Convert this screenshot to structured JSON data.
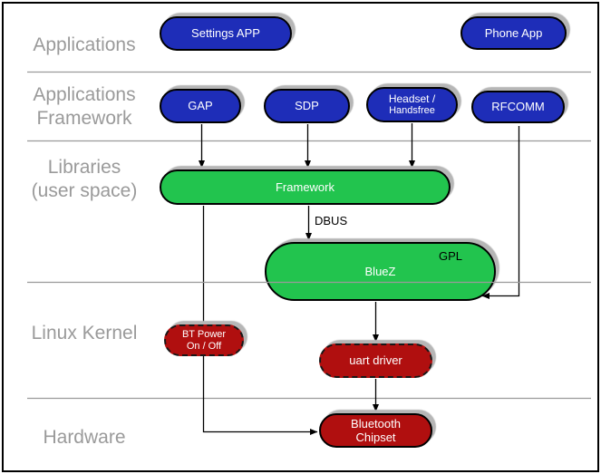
{
  "diagram": {
    "title_hint": "Bluetooth software stack architecture",
    "layer_labels": [
      {
        "lines": [
          "Applications"
        ]
      },
      {
        "lines": [
          "Applications",
          "Framework"
        ]
      },
      {
        "lines": [
          "Libraries",
          "(user space)"
        ]
      },
      {
        "lines": [
          "Linux Kernel"
        ]
      },
      {
        "lines": [
          "Hardware"
        ]
      }
    ],
    "nodes": {
      "settings_app": {
        "lines": [
          "Settings APP"
        ]
      },
      "phone_app": {
        "lines": [
          "Phone App"
        ]
      },
      "gap": {
        "lines": [
          "GAP"
        ]
      },
      "sdp": {
        "lines": [
          "SDP"
        ]
      },
      "headset": {
        "lines": [
          "Headset /",
          "Handsfree"
        ]
      },
      "rfcomm": {
        "lines": [
          "RFCOMM"
        ]
      },
      "framework": {
        "lines": [
          "Framework"
        ]
      },
      "bluez": {
        "lines": [
          "BlueZ"
        ],
        "tag": "GPL"
      },
      "bt_power": {
        "lines": [
          "BT Power",
          "On / Off"
        ]
      },
      "uart_driver": {
        "lines": [
          "uart driver"
        ]
      },
      "bluetooth_chipset": {
        "lines": [
          "Bluetooth",
          "Chipset"
        ]
      }
    },
    "edge_labels": {
      "dbus": "DBUS"
    },
    "colors": {
      "app_blue": "#1e2db8",
      "lib_green": "#22c44e",
      "kernel_red": "#b00f0f",
      "pill_shadow": "#b6b6b6",
      "layer_label_gray": "#9a9a9a",
      "separator_gray": "#9a9a9a",
      "edge_black": "#000000"
    }
  }
}
